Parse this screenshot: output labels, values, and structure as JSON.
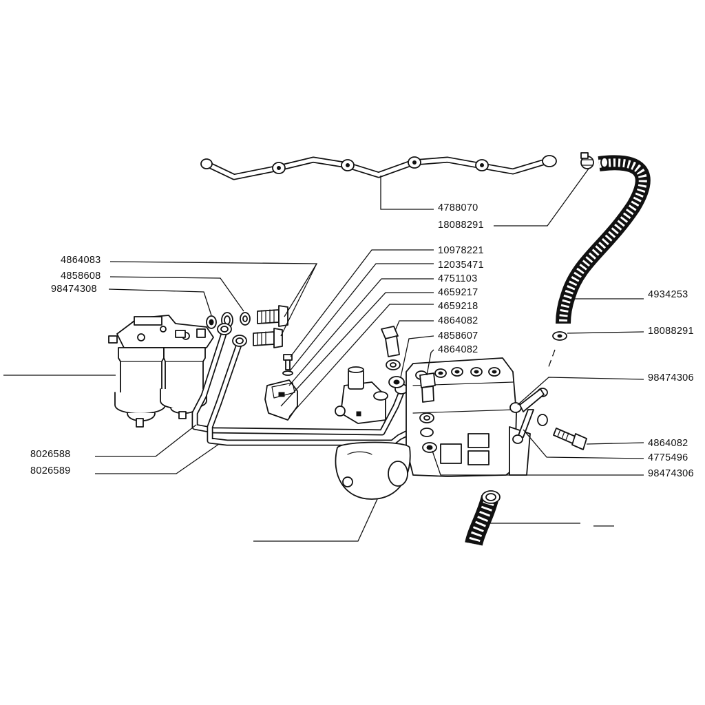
{
  "labels": {
    "top_4788070": "4788070",
    "top_18088291": "18088291",
    "l_4864083": "4864083",
    "l_4858608": "4858608",
    "l_98474308": "98474308",
    "c_10978221": "10978221",
    "c_12035471": "12035471",
    "c_4751103": "4751103",
    "c_4659217": "4659217",
    "c_4659218": "4659218",
    "c_4864082": "4864082",
    "c_4858607": "4858607",
    "c_4864082b": "4864082",
    "r_4934253": "4934253",
    "r_18088291": "18088291",
    "r_98474306": "98474306",
    "r_4864082": "4864082",
    "r_4775496": "4775496",
    "r_98474306b": "98474306",
    "b_8026588": "8026588",
    "b_8026589": "8026589"
  }
}
